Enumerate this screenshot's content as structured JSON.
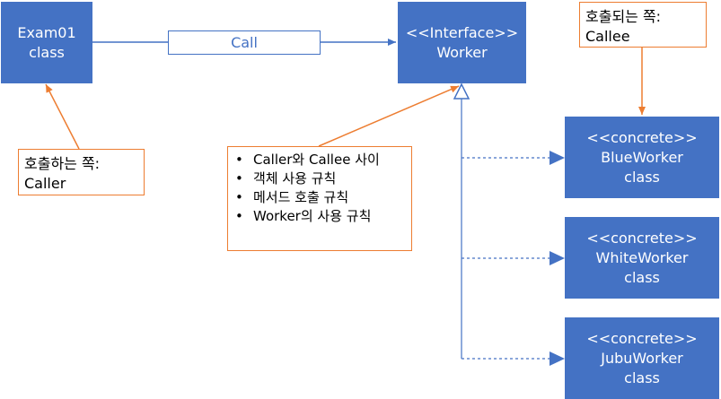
{
  "caller": {
    "class_name": "Exam01",
    "kind": "class"
  },
  "call_label": "Call",
  "interface": {
    "stereotype": "<<Interface>>",
    "name": "Worker"
  },
  "implementations": [
    {
      "stereotype": "<<concrete>>",
      "name": "BlueWorker",
      "kind": "class"
    },
    {
      "stereotype": "<<concrete>>",
      "name": "WhiteWorker",
      "kind": "class"
    },
    {
      "stereotype": "<<concrete>>",
      "name": "JubuWorker",
      "kind": "class"
    }
  ],
  "notes": {
    "callee": {
      "line1": "호출되는 쪽:",
      "line2": "Callee"
    },
    "caller": {
      "line1": "호출하는 쪽:",
      "line2": "Caller"
    },
    "rules": [
      "Caller와 Callee 사이",
      "객체 사용 규칙",
      "메서드 호출 규칙",
      "Worker의 사용 규칙"
    ]
  },
  "colors": {
    "box_fill": "#4472c4",
    "note_border": "#ed7d31",
    "connector": "#4472c4",
    "callout_line": "#ed7d31"
  }
}
